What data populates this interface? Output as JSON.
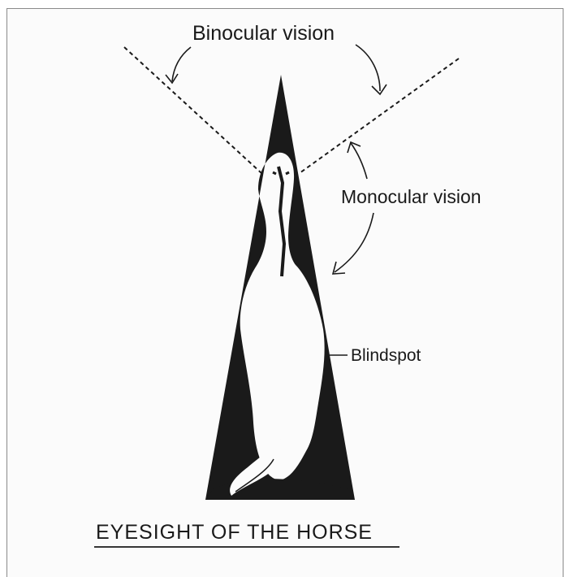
{
  "diagram": {
    "title": "EYESIGHT OF THE HORSE",
    "labels": {
      "binocular": "Binocular vision",
      "monocular": "Monocular vision",
      "blindspot": "Blindspot"
    },
    "colors": {
      "ink": "#1a1a1a",
      "paper": "#fbfbfb",
      "frame": "#8a8a8a"
    }
  }
}
